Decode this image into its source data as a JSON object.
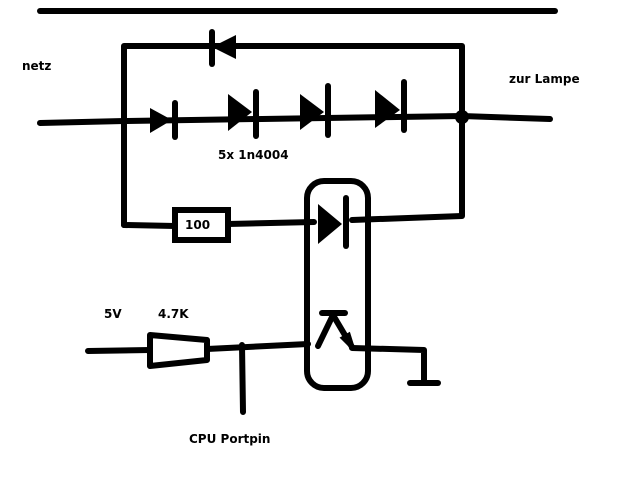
{
  "labels": {
    "netz": "netz",
    "zur_lampe": "zur Lampe",
    "diodes": "5x 1n4004",
    "resistor_100": "100",
    "v5": "5V",
    "r_47k": "4.7K",
    "cpu_portpin": "CPU Portpin"
  },
  "colors": {
    "ink": "#000000",
    "background": "#ffffff"
  }
}
